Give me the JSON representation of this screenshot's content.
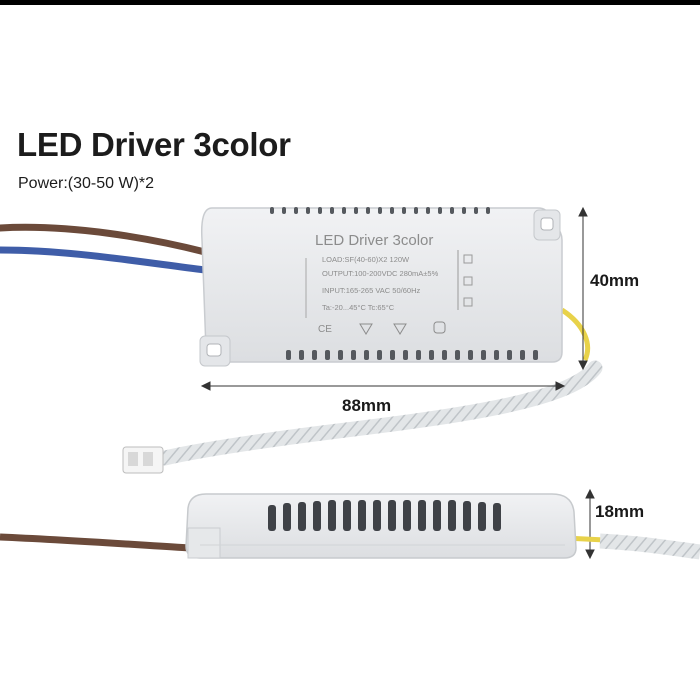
{
  "product": {
    "title": "LED Driver 3color",
    "power": "Power:(30-50 W)*2"
  },
  "driver_label": {
    "title": "LED Driver 3color",
    "load": "LOAD:SF(40-60)X2 120W",
    "output": "OUTPUT:100-200VDC 280mA±5%",
    "input": "INPUT:165-265 VAC 50/60Hz",
    "temp": "Ta:-20...45°C Tc:65°C",
    "ce": "CE"
  },
  "dimensions": {
    "height": "40mm",
    "length": "88mm",
    "thickness": "18mm"
  },
  "colors": {
    "case": "#e9eaec",
    "brown_wire": "#6b4a3a",
    "blue_wire": "#3f5da8",
    "sleeve": "#dfe2e4",
    "yellow_wire": "#e8d24a"
  }
}
